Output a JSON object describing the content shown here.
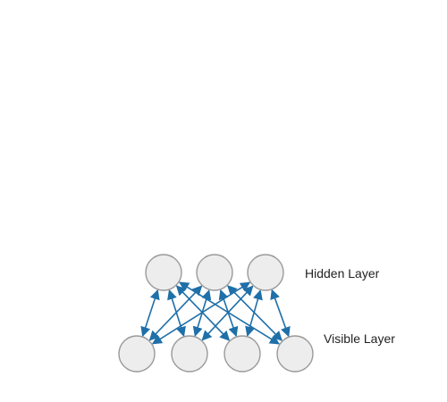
{
  "labels": {
    "hidden": "Hidden Layer",
    "visible": "Visible Layer"
  },
  "colors": {
    "node_fill": "#ededed",
    "node_stroke": "#9a9a9a",
    "edge": "#1f6fa8"
  },
  "network": {
    "hidden_units": 3,
    "visible_units": 4,
    "connectivity": "fully-connected",
    "edge_direction": "bidirectional"
  }
}
